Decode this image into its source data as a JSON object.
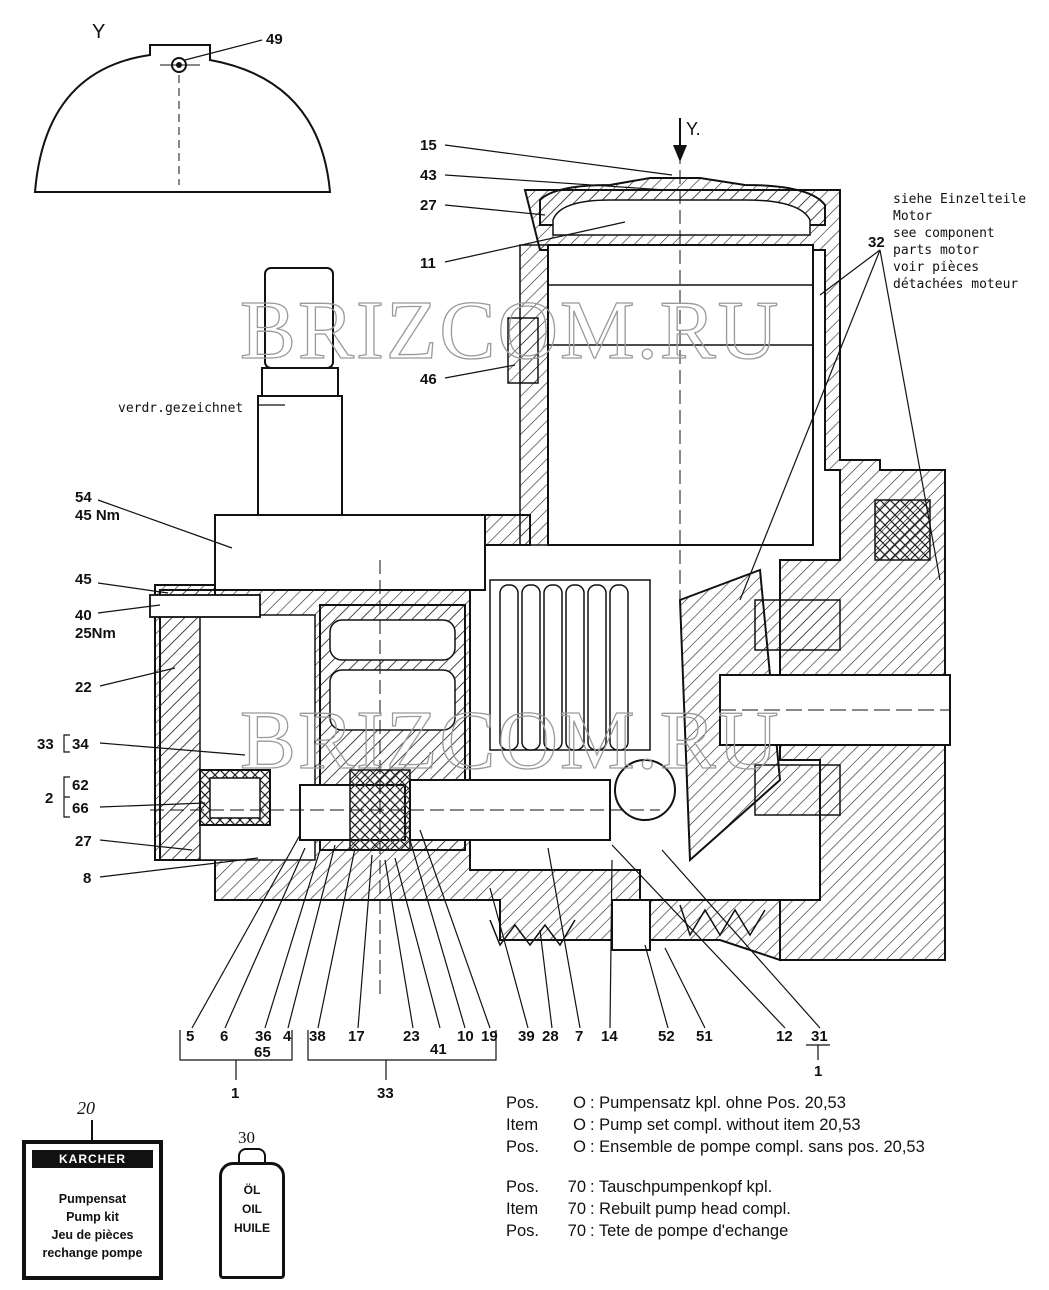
{
  "view_label": "Y",
  "view_arrow_label": "Y.",
  "callouts": {
    "n49": "49",
    "n15": "15",
    "n43": "43",
    "n27a": "27",
    "n11": "11",
    "n46": "46",
    "n32": "32",
    "n54": "54",
    "n54_torque": "45 Nm",
    "n45": "45",
    "n40": "40",
    "n40_torque": "25Nm",
    "n22": "22",
    "n33_34": "33",
    "n34": "34",
    "n2": "2",
    "n62": "62",
    "n66": "66",
    "n27b": "27",
    "n8": "8"
  },
  "bottom_numbers": [
    {
      "text": "5"
    },
    {
      "text": "6"
    },
    {
      "text": "36"
    },
    {
      "text": "4"
    },
    {
      "text": "65"
    },
    {
      "text": "38"
    },
    {
      "text": "17"
    },
    {
      "text": "23"
    },
    {
      "text": "41"
    },
    {
      "text": "10"
    },
    {
      "text": "19"
    },
    {
      "text": "39"
    },
    {
      "text": "28"
    },
    {
      "text": "7"
    },
    {
      "text": "14"
    },
    {
      "text": "52"
    },
    {
      "text": "51"
    },
    {
      "text": "12"
    },
    {
      "text": "31"
    }
  ],
  "group_numbers": {
    "g1a": "1",
    "g33": "33",
    "g1b": "1"
  },
  "notes": {
    "verdr": "verdr.gezeichnet",
    "motor_lines": [
      "siehe Einzelteile",
      "Motor",
      "see component",
      "parts motor",
      "voir pièces",
      "détachées moteur"
    ]
  },
  "watermark": "BRIZCOM.RU",
  "legend": [
    {
      "prefix": "Pos.",
      "num": "O",
      "text": ": Pumpensatz kpl. ohne Pos. 20,53"
    },
    {
      "prefix": "Item",
      "num": "O",
      "text": ": Pump set compl. without item 20,53"
    },
    {
      "prefix": "Pos.",
      "num": "O",
      "text": ": Ensemble de pompe compl. sans pos. 20,53"
    },
    {
      "prefix": "Pos.",
      "num": "70",
      "text": ": Tauschpumpenkopf kpl."
    },
    {
      "prefix": "Item",
      "num": "70",
      "text": ": Rebuilt pump head compl."
    },
    {
      "prefix": "Pos.",
      "num": "70",
      "text": ": Tete de pompe d'echange"
    }
  ],
  "kit": {
    "number": "20",
    "brand": "KARCHER",
    "lines": [
      "Pumpensat",
      "Pump kit",
      "Jeu de pièces",
      "rechange pompe"
    ]
  },
  "oil": {
    "number": "30",
    "lines": [
      "ÖL",
      "OIL",
      "HUILE"
    ]
  }
}
